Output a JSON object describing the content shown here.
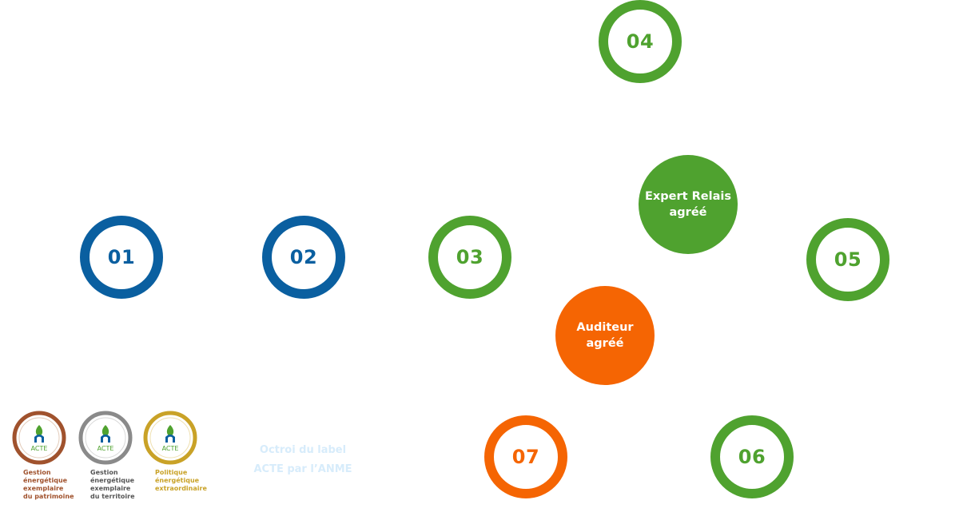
{
  "steps": {
    "s01": "01",
    "s02": "02",
    "s03": "03",
    "s04": "04",
    "s05": "05",
    "s06": "06",
    "s07": "07"
  },
  "roles": {
    "expert_line1": "Expert Relais",
    "expert_line2": "agréé",
    "auditeur_line1": "Auditeur",
    "auditeur_line2": "agréé"
  },
  "labels": {
    "badge_text": "ACTE",
    "patrimoine": {
      "l1": "Gestion",
      "l2": "énergétique",
      "l3": "exemplaire",
      "l4": "du patrimoine"
    },
    "territoire": {
      "l1": "Gestion",
      "l2": "énergétique",
      "l3": "exemplaire",
      "l4": "du territoire"
    },
    "politique": {
      "l1": "Politique",
      "l2": "énergétique",
      "l3": "extraordinaire"
    }
  },
  "octroi": {
    "line1": "Octroi du label",
    "line2": "ACTE par l’ANME"
  },
  "colors": {
    "blue": "#0a5fa0",
    "green": "#4fa22f",
    "orange": "#f56503",
    "bronze": "#a0522d",
    "silver": "#8a8a8a",
    "gold": "#c9a227"
  }
}
